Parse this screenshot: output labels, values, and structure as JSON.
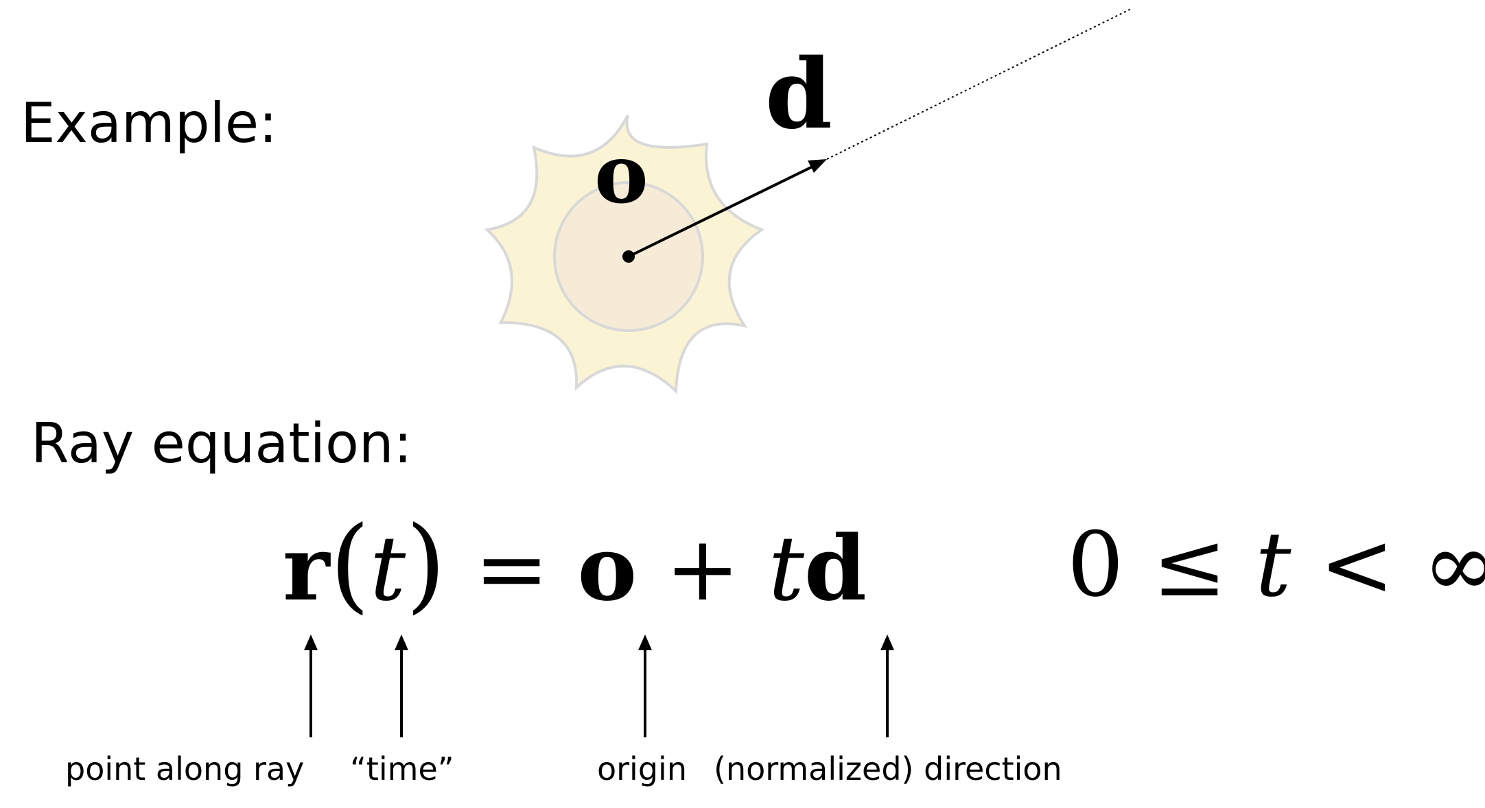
{
  "headings": {
    "example": "Example:",
    "ray_equation": "Ray equation:"
  },
  "diagram": {
    "origin_label": "o",
    "direction_label": "d",
    "sun_fill": "#fbf4d4",
    "sun_stroke": "#d8d8d8",
    "circle_fill": "#f6ebd6",
    "line_color": "#000000"
  },
  "equation": {
    "r": "r",
    "open_paren": "(",
    "t": "t",
    "close_paren": ")",
    "equals": "=",
    "o": "o",
    "plus": "+",
    "t2": "t",
    "d": "d"
  },
  "range": {
    "zero": "0",
    "leq": "≤",
    "t": "t",
    "lt": "<",
    "infinity": "∞"
  },
  "annotations": {
    "point": "point along ray",
    "time": "“time”",
    "origin": "origin",
    "direction": "(normalized) direction"
  }
}
